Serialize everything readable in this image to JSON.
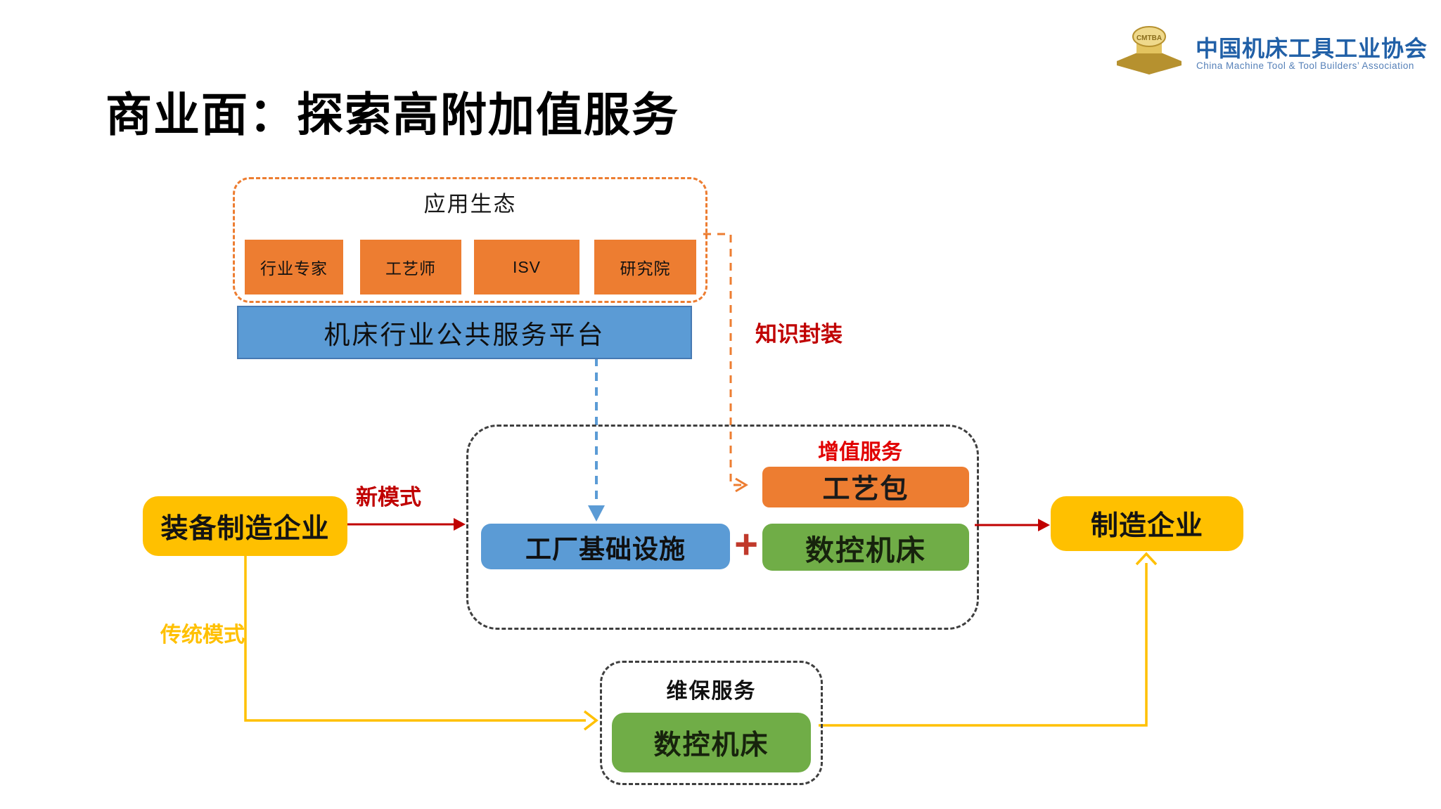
{
  "header": {
    "logo": {
      "icon": "cmtba-gold-emblem",
      "badge_text": "CMTBA",
      "org_name_zh": "中国机床工具工业协会",
      "org_name_en": "China Machine Tool & Tool Builders’ Association"
    },
    "title": "商业面：探索高附加值服务"
  },
  "eco": {
    "title": "应用生态",
    "items": [
      "行业专家",
      "工艺师",
      "ISV",
      "研究院"
    ]
  },
  "platform": {
    "label": "机床行业公共服务平台"
  },
  "labels": {
    "knowledge": "知识封装",
    "value_added": "增值服务",
    "new_mode": "新模式",
    "traditional_mode": "传统模式",
    "plus": "+",
    "maintenance": "维保服务"
  },
  "nodes": {
    "equipment_manufacturer": "装备制造企业",
    "process_package": "工艺包",
    "factory_infrastructure": "工厂基础设施",
    "cnc_machine": "数控机床",
    "manufacturer": "制造企业",
    "cnc_machine_maintenance": "数控机床"
  },
  "colors": {
    "orange": "#ED7D31",
    "blue": "#5B9BD5",
    "green": "#70AD47",
    "yellow": "#FFC000",
    "red_arrow": "#C00000",
    "red_label": "#E10000",
    "dashed_border": "#3f3f3f",
    "logo_blue": "#2160A7"
  }
}
